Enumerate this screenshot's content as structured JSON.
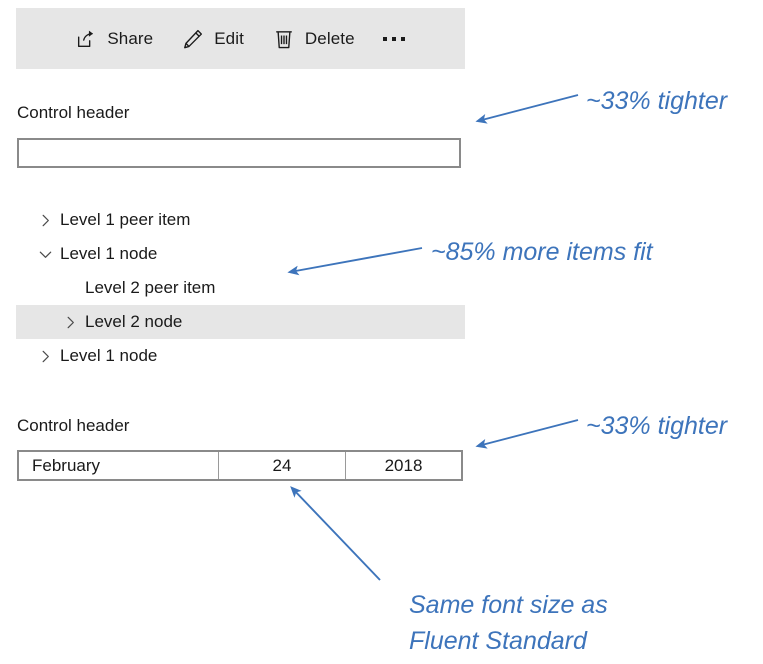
{
  "command_bar": {
    "items": [
      {
        "icon": "share-icon",
        "label": "Share"
      },
      {
        "icon": "edit-pencil-icon",
        "label": "Edit"
      },
      {
        "icon": "delete-trash-icon",
        "label": "Delete"
      }
    ],
    "overflow": {
      "icon": "more-ellipsis-icon",
      "label": "..."
    },
    "background_color": "#e6e6e6"
  },
  "textbox_section": {
    "header": "Control header",
    "value": "",
    "placeholder": ""
  },
  "treeview": {
    "items": [
      {
        "label": "Level 1 peer item",
        "level": 1,
        "expander": "chevron-right",
        "selected": false
      },
      {
        "label": "Level 1 node",
        "level": 1,
        "expander": "chevron-down",
        "selected": false
      },
      {
        "label": "Level 2 peer item",
        "level": 2,
        "expander": "none",
        "selected": false
      },
      {
        "label": "Level 2 node",
        "level": 2,
        "expander": "chevron-right",
        "selected": true
      },
      {
        "label": "Level 1 node",
        "level": 1,
        "expander": "chevron-right",
        "selected": false
      }
    ],
    "selected_background": "#e6e6e6"
  },
  "datepicker_section": {
    "header": "Control header",
    "month": "February",
    "day": "24",
    "year": "2018"
  },
  "annotations": {
    "accent_color": "#3d74bb",
    "top": "~33% tighter",
    "middle": "~85% more items fit",
    "bottom_right": "~33% tighter",
    "bottom_line1": "Same font size as",
    "bottom_line2": "Fluent Standard"
  }
}
